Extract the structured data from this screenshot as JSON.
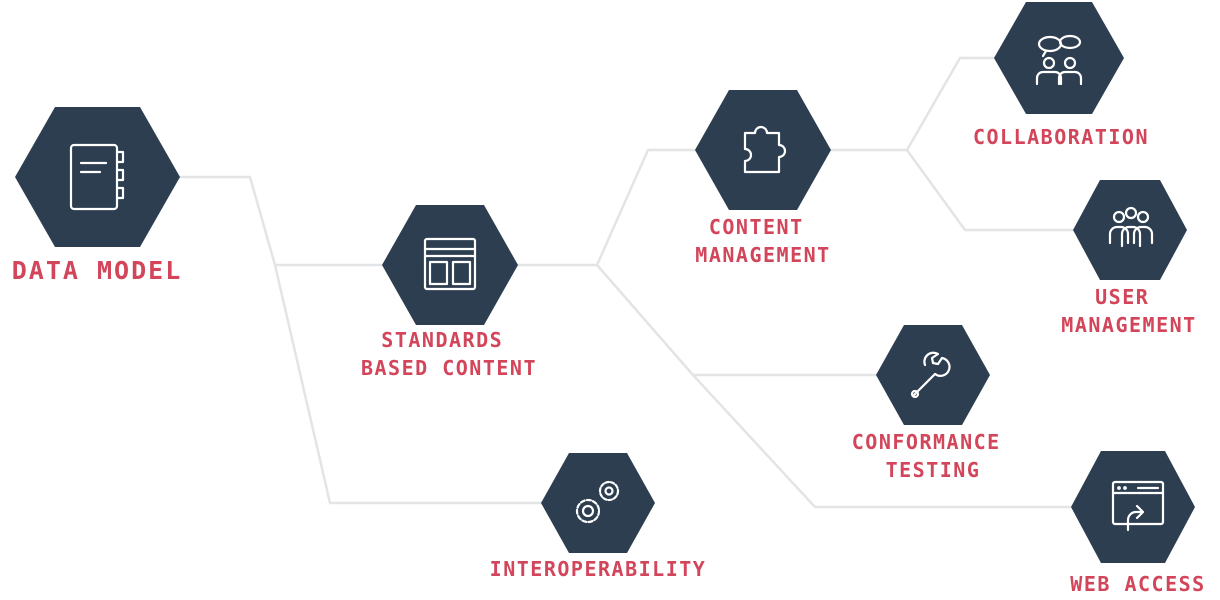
{
  "nodes": {
    "data_model": {
      "label": [
        "DATA MODEL"
      ],
      "icon": "notebook-icon"
    },
    "standards_based_content": {
      "label": [
        "STANDARDS",
        "BASED CONTENT"
      ],
      "icon": "layout-icon"
    },
    "interoperability": {
      "label": [
        "INTEROPERABILITY"
      ],
      "icon": "gears-icon"
    },
    "content_management": {
      "label": [
        "CONTENT",
        "MANAGEMENT"
      ],
      "icon": "puzzle-piece-icon"
    },
    "collaboration": {
      "label": [
        "COLLABORATION"
      ],
      "icon": "people-chat-icon"
    },
    "user_management": {
      "label": [
        "USER",
        "MANAGEMENT"
      ],
      "icon": "user-group-icon"
    },
    "conformance_testing": {
      "label": [
        "CONFORMANCE",
        "TESTING"
      ],
      "icon": "wrench-icon"
    },
    "web_access": {
      "label": [
        "WEB ACCESS"
      ],
      "icon": "browser-upload-icon"
    }
  },
  "colors": {
    "hexagon": "#2d3e50",
    "label": "#d2455a",
    "connector": "#e2e4e6",
    "icon": "#ffffff"
  }
}
